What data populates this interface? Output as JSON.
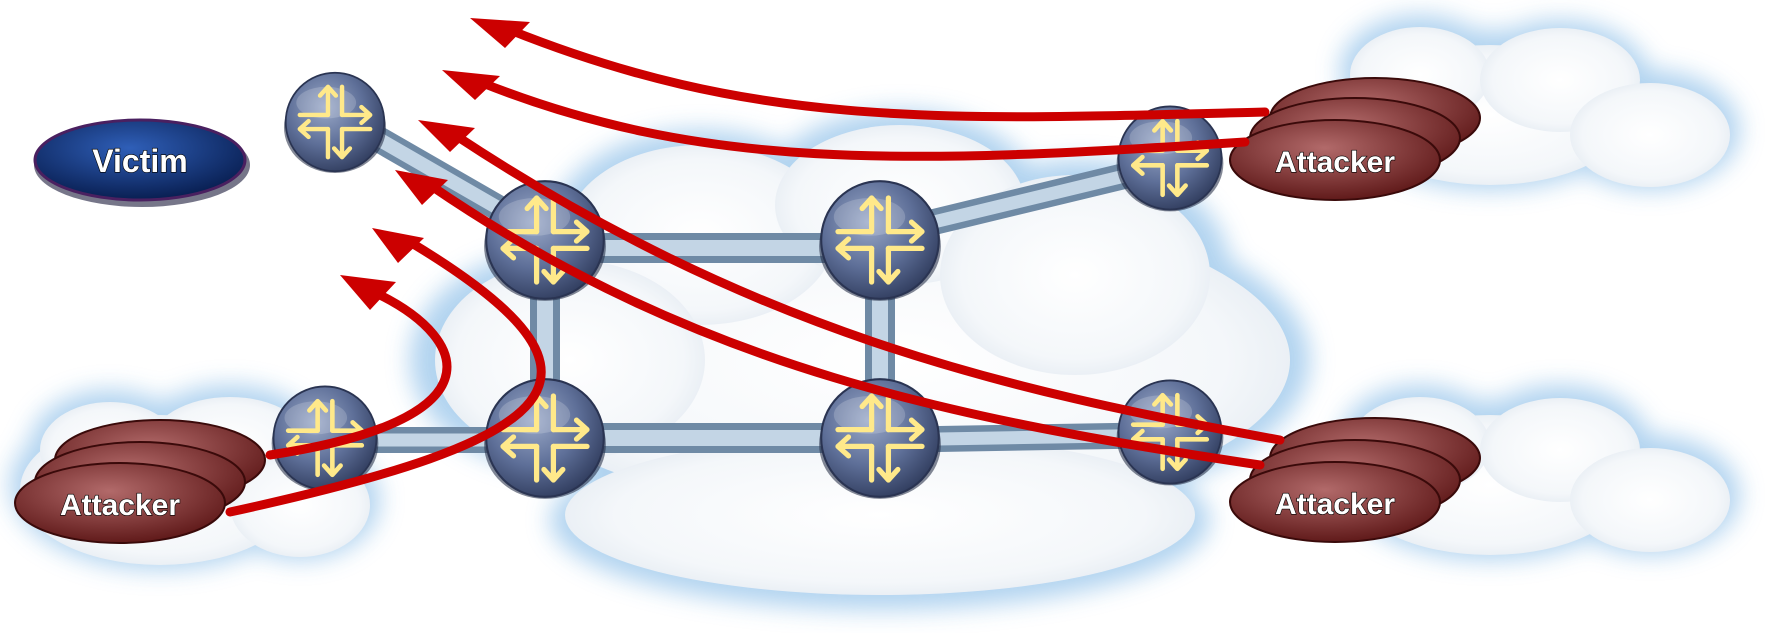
{
  "diagram": {
    "victim": {
      "label": "Victim"
    },
    "attackers": [
      {
        "label": "Attacker"
      },
      {
        "label": "Attacker"
      },
      {
        "label": "Attacker"
      }
    ],
    "colors": {
      "attack_path": "#cc0000",
      "victim_fill": "#0b2a6b",
      "attacker_fill": "#7a2a2a",
      "cloud_glow": "#a9cfee",
      "router_body": "#5d6f96",
      "router_arrows": "#ffe98a",
      "link": "#9fb8cf"
    },
    "icons": [
      "router-icon",
      "cloud-icon"
    ]
  }
}
